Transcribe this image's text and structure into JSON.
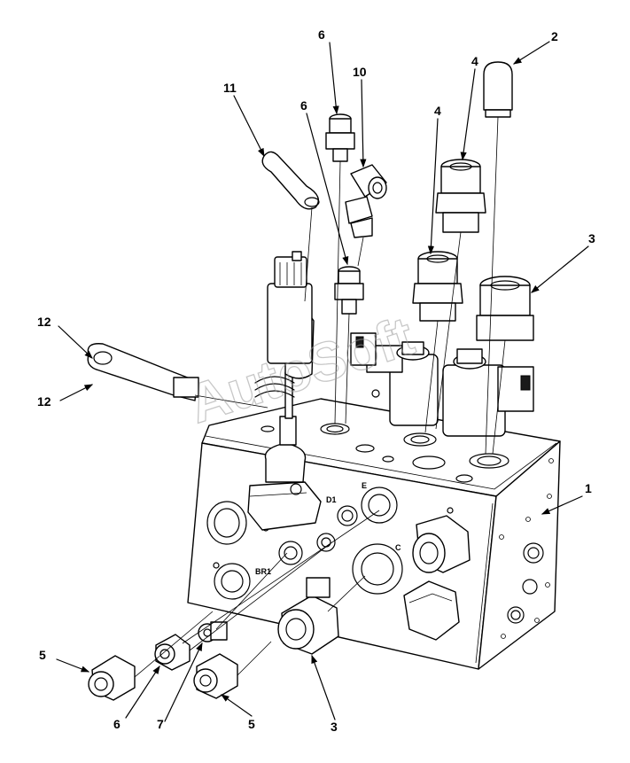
{
  "callouts": {
    "c1": "1",
    "c2": "2",
    "c3_top": "3",
    "c3_bottom": "3",
    "c4_left": "4",
    "c4_right": "4",
    "c5_left": "5",
    "c5_right": "5",
    "c6_top": "6",
    "c6_mid": "6",
    "c6_bottom": "6",
    "c7": "7",
    "c10": "10",
    "c11": "11",
    "c12_top": "12",
    "c12_bottom": "12"
  },
  "port_labels": {
    "e": "E",
    "d1": "D1",
    "c": "C",
    "br1": "BR1"
  },
  "watermark": "AutoSoft"
}
